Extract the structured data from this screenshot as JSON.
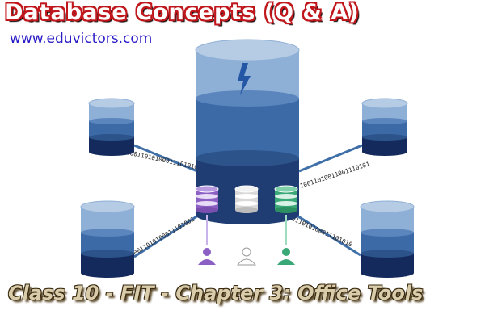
{
  "header": {
    "title": "Database Concepts  (Q & A)",
    "website": "www.eduvictors.com"
  },
  "footer": {
    "subtitle": "Class 10 - FIT - Chapter 3: Office Tools"
  },
  "binary_labels": {
    "top_left": "10011010100011101010",
    "top_right": "10011010011001110101",
    "bottom_left": "10011010100011101001",
    "bottom_right": "10011010100011101010"
  },
  "colors": {
    "title_outline": "#c0171c",
    "website": "#2a1cc6",
    "db_light": "#8fb0d6",
    "db_mid": "#3c6aa6",
    "db_dark": "#1f3d72",
    "db_navy": "#142a5c",
    "connector": "#3f6fa8",
    "purple_db": "#8c5fc4",
    "white_db": "#d8d8d8",
    "green_db": "#3aa776",
    "lightning": "#2356a4"
  },
  "icons": [
    "central-database-icon",
    "server-database-icon",
    "lightning-icon",
    "user-icon"
  ]
}
